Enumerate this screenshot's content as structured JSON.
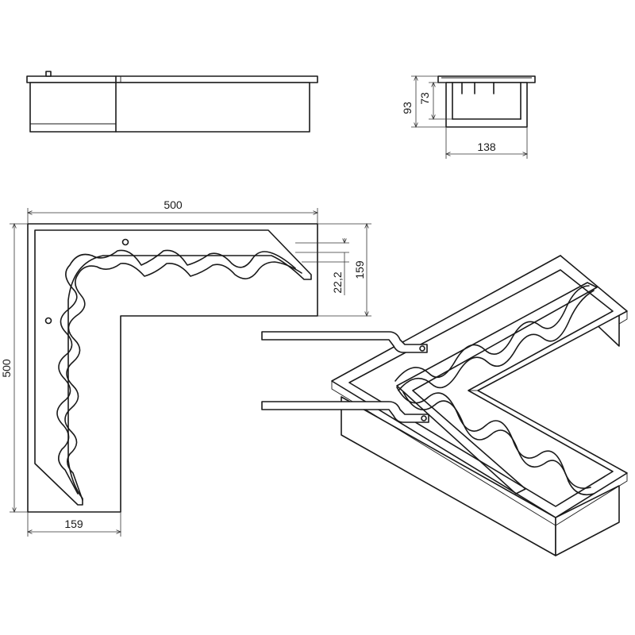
{
  "dimensions": {
    "top_width": "500",
    "left_height": "500",
    "leg_width_bottom": "159",
    "leg_width_right": "159",
    "channel_offset": "22,2",
    "side_height_total": "93",
    "side_height_inner": "73",
    "side_width": "138"
  }
}
